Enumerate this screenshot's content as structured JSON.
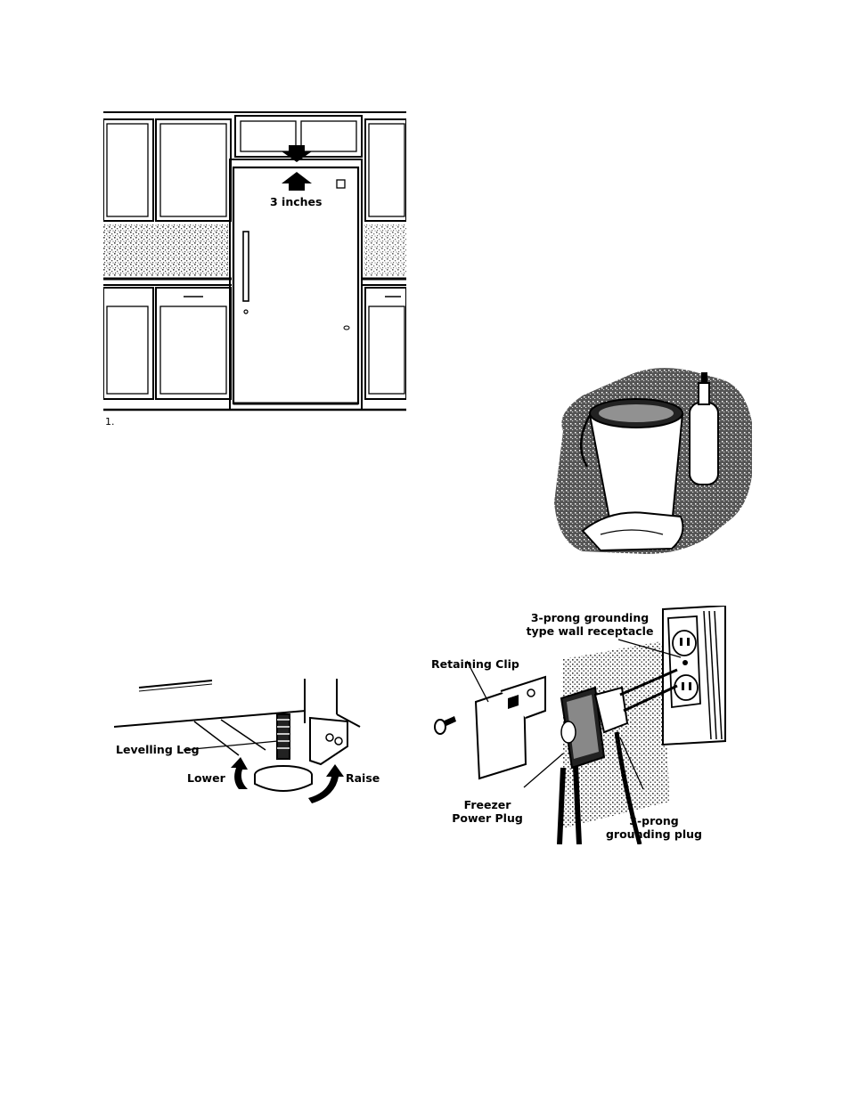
{
  "figure1": {
    "clearance_label": "3 inches",
    "figure_number": "1."
  },
  "figure_leveling": {
    "leg_label": "Levelling Leg",
    "lower_label": "Lower",
    "raise_label": "Raise"
  },
  "figure_plug": {
    "receptacle_label_line1": "3-prong grounding",
    "receptacle_label_line2": "type wall receptacle",
    "clip_label": "Retaining Clip",
    "power_plug_line1": "Freezer",
    "power_plug_line2": "Power Plug",
    "ground_plug_line1": "3-prong",
    "ground_plug_line2": "grounding plug"
  },
  "icons": {
    "bucket": "bucket-soap-rag-icon"
  }
}
